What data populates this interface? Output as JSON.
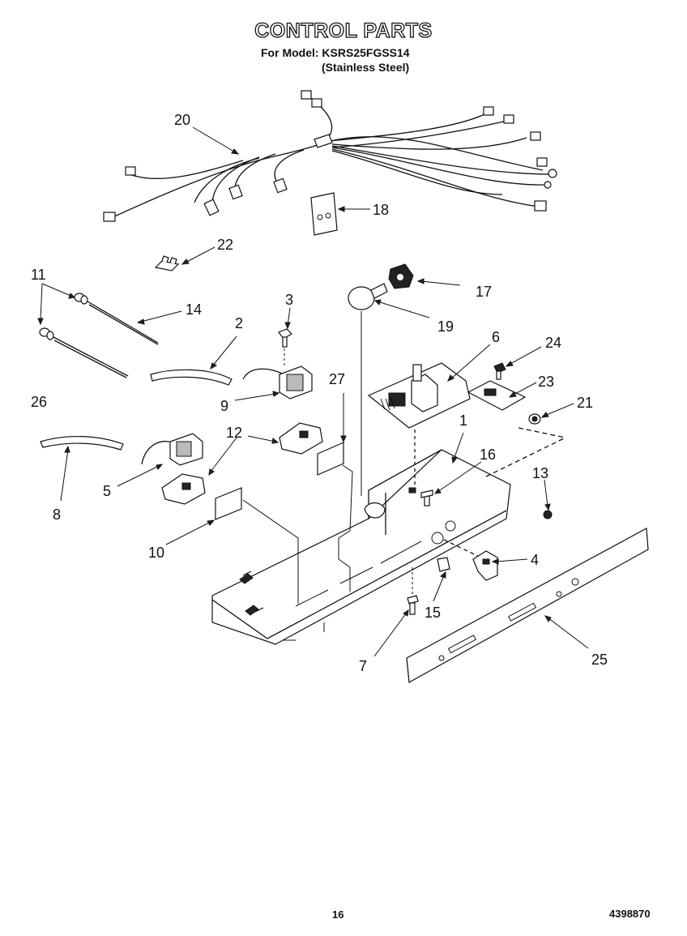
{
  "header": {
    "title": "CONTROL PARTS",
    "model_line": "For Model: KSRS25FGSS14",
    "finish_line": "(Stainless Steel)"
  },
  "callouts": [
    "1",
    "2",
    "3",
    "4",
    "5",
    "6",
    "7",
    "8",
    "9",
    "10",
    "11",
    "12",
    "13",
    "14",
    "15",
    "16",
    "17",
    "18",
    "19",
    "20",
    "21",
    "22",
    "23",
    "24",
    "25",
    "26",
    "27"
  ],
  "footer": {
    "page_number": "16",
    "document_number": "4398870"
  }
}
